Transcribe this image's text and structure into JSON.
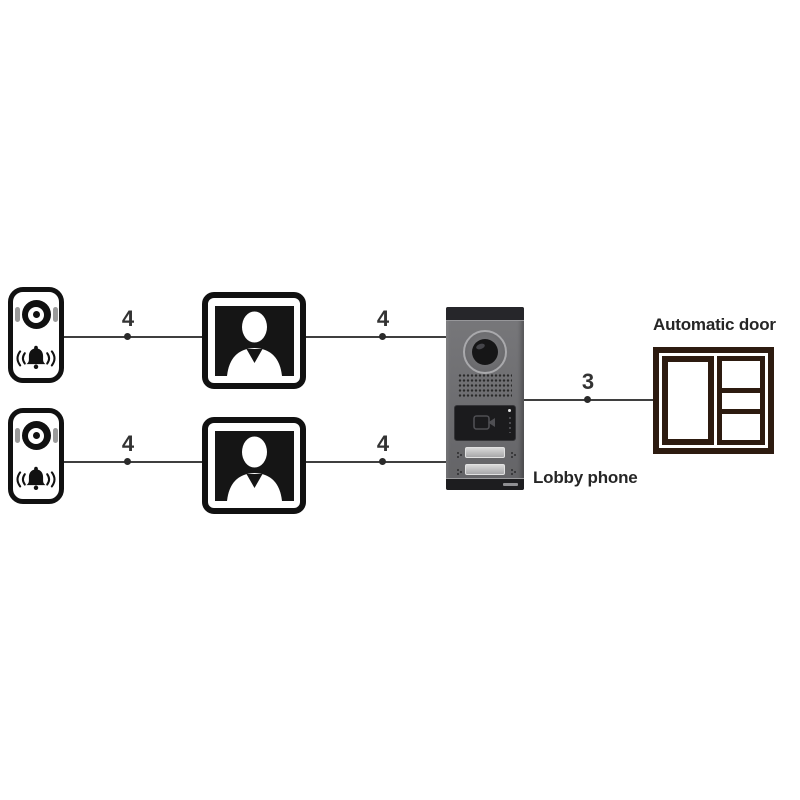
{
  "diagram": {
    "labels": {
      "automatic_door": "Automatic door",
      "lobby_phone": "Lobby phone"
    },
    "wires": [
      {
        "from": "door-station-1",
        "to": "monitor-1",
        "label": "4"
      },
      {
        "from": "monitor-1",
        "to": "lobby-phone",
        "label": "4"
      },
      {
        "from": "door-station-2",
        "to": "monitor-2",
        "label": "4"
      },
      {
        "from": "monitor-2",
        "to": "lobby-phone",
        "label": "4"
      },
      {
        "from": "lobby-phone",
        "to": "automatic-door",
        "label": "3"
      }
    ],
    "colors": {
      "line": "#3f3f3f",
      "icon_black": "#111111",
      "door_frame": "#2d1b10",
      "panel_gray": "#6e6e70",
      "text": "#2b2b2b"
    }
  }
}
